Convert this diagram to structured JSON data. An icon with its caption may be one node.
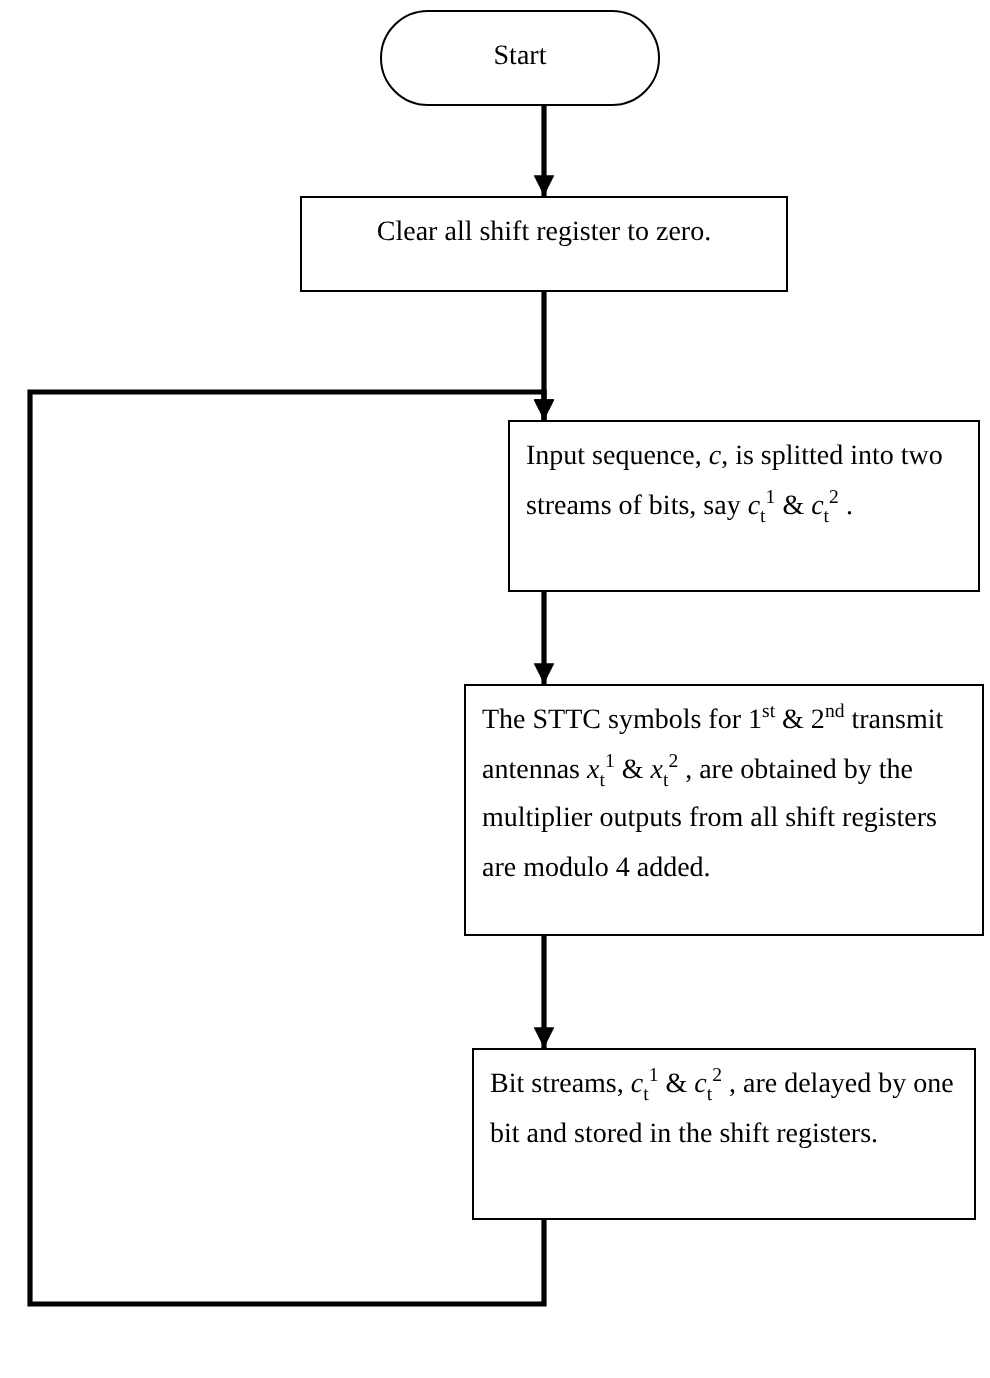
{
  "diagram": {
    "nodes": [
      {
        "text": [
          "Start"
        ]
      },
      {
        "text": [
          "Clear all shift register to zero."
        ]
      },
      {
        "text": [
          "Input sequence, *c*, is splitted into two streams of bits, say  *c*$_{t}$$^{1}$ & *c*$_{t}$$^{2}$ ."
        ]
      },
      {
        "text": [
          "The STTC symbols for 1$^{st}$ & 2$^{nd}$ transmit antennas *x*$_{t}$$^{1}$ & *x*$_{t}$$^{2}$ , are obtained by the multiplier outputs from all shift registers are modulo 4 added."
        ]
      },
      {
        "text": [
          "Bit streams, *c*$_{t}$$^{1}$ & *c*$_{t}$$^{2}$ , are delayed by one bit and stored in the shift registers."
        ]
      }
    ],
    "edges": [
      {
        "from": 0,
        "to": 1,
        "arrow": "to"
      },
      {
        "from": 1,
        "to": 2,
        "arrow": "to"
      },
      {
        "from": 2,
        "to": 3,
        "arrow": "to"
      },
      {
        "from": 3,
        "to": 4,
        "arrow": "to"
      },
      {
        "from": 4,
        "to": 2,
        "arrow": "to"
      }
    ]
  }
}
